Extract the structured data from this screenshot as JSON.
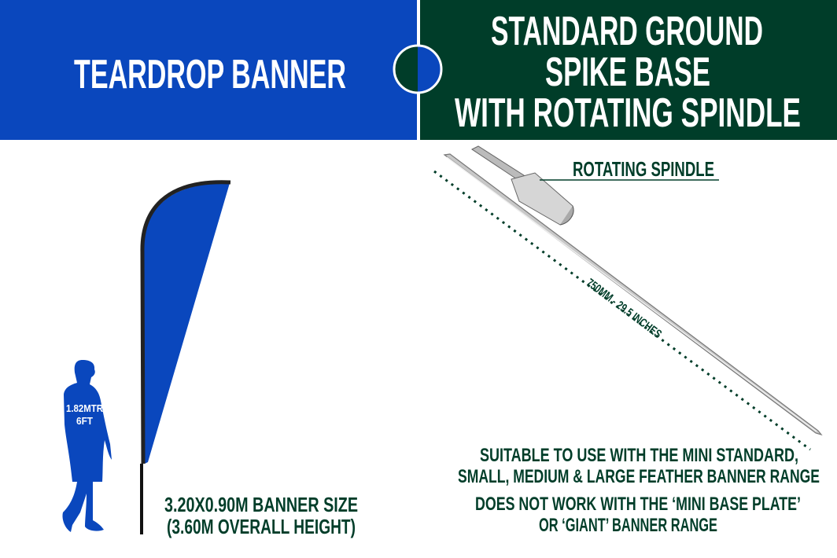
{
  "left_header": {
    "title": "TEARDROP BANNER"
  },
  "right_header": {
    "lines": [
      "STANDARD GROUND",
      "SPIKE BASE",
      "WITH ROTATING SPINDLE"
    ]
  },
  "banner": {
    "person_height_metric": "1.82MTR",
    "person_height_imperial": "6FT",
    "size_lines": [
      "3.20X0.90M BANNER SIZE",
      "(3.60M OVERALL HEIGHT)"
    ]
  },
  "spike": {
    "callout": "ROTATING SPINDLE",
    "length": "750MM - 29.5 INCHES",
    "notes": [
      "SUITABLE TO USE WITH THE MINI STANDARD,",
      "SMALL, MEDIUM & LARGE FEATHER BANNER RANGE",
      "DOES NOT WORK WITH THE ‘MINI BASE PLATE’",
      "OR ‘GIANT’ BANNER RANGE"
    ]
  },
  "colors": {
    "blue": "#0a47bd",
    "green": "#003d29"
  }
}
